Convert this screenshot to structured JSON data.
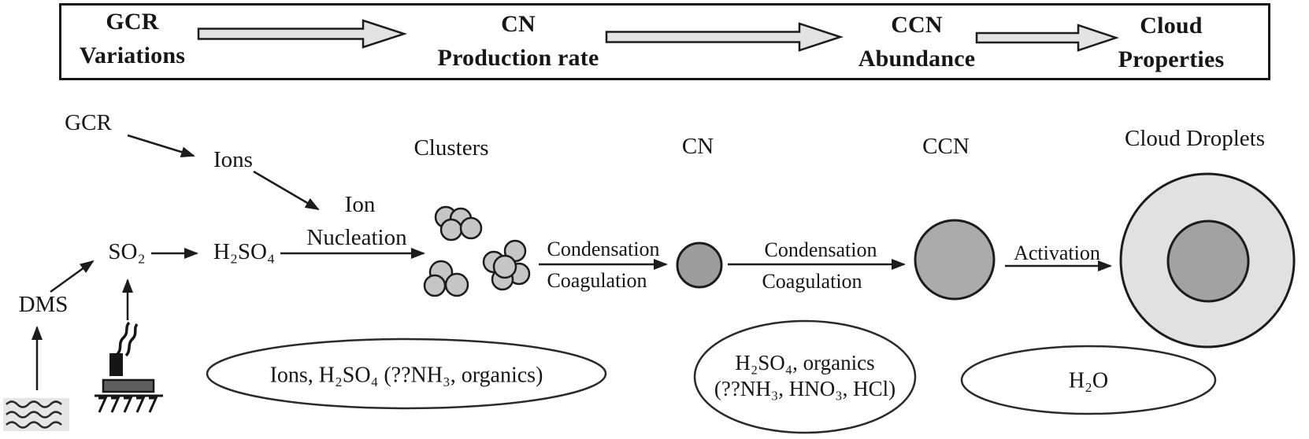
{
  "top_flow": {
    "stages": [
      {
        "label": "GCR\nVariations"
      },
      {
        "label": "CN\nProduction rate"
      },
      {
        "label": "CCN\nAbundance"
      },
      {
        "label": "Cloud\nProperties"
      }
    ]
  },
  "diagram": {
    "sources": {
      "gcr": "GCR",
      "ions": "Ions",
      "dms": "DMS",
      "so2": "SO₂",
      "h2so4": "H₂SO₄"
    },
    "process": {
      "ion": "Ion",
      "nucleation": "Nucleation",
      "condensation": "Condensation",
      "coagulation": "Coagulation",
      "activation": "Activation"
    },
    "stages": {
      "clusters": "Clusters",
      "cn": "CN",
      "ccn": "CCN",
      "cloud_droplets": "Cloud Droplets"
    },
    "composition": {
      "clusters_cn": "Ions, H₂SO₄ (??NH₃, organics)",
      "ccn_line1": "H₂SO₄, organics",
      "ccn_line2": "(??NH₃, HNO₃, HCl)",
      "droplets": "H₂O"
    },
    "icons": {
      "ocean": "ocean-waves-icon",
      "smokestack": "smokestack-icon"
    }
  },
  "colors": {
    "outline": "#1c1c1c",
    "arrow_fill": "#e3e3e3",
    "cluster_fill": "#c6c6c6",
    "cn_fill": "#9d9d9d",
    "ccn_fill": "#ababab",
    "droplet_outer_fill": "#e1e1e1",
    "droplet_inner_fill": "#a2a2a2",
    "platform_fill": "#5f5f5f",
    "ocean_fill": "#e6e6e6"
  }
}
